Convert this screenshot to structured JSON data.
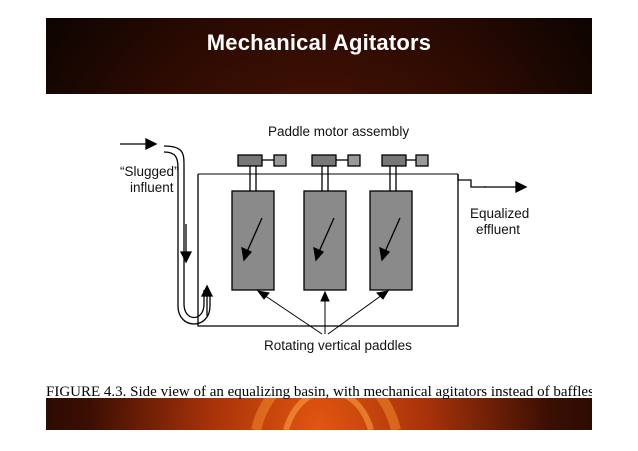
{
  "slide": {
    "title": "Mechanical Agitators",
    "colors": {
      "background_dark": "#0c0401",
      "background_accent": "#e2560f",
      "title_text": "#ffffff"
    }
  },
  "figure": {
    "labels": {
      "motor_assembly": "Paddle motor assembly",
      "influent_line1": "“Slugged”",
      "influent_line2": "influent",
      "effluent_line1": "Equalized",
      "effluent_line2": "effluent",
      "paddles": "Rotating vertical paddles"
    },
    "caption": "FIGURE 4.3.  Side view of an equalizing basin, with mechanical agitators instead of baffles."
  }
}
